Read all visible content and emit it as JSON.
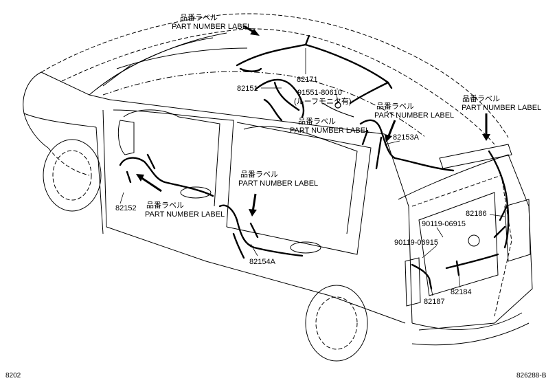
{
  "labels": {
    "part_label_jp": "品番ラベル",
    "part_label_en": "PART NUMBER LABEL"
  },
  "parts": {
    "p82171": "82171",
    "p82151": "82151",
    "p91551": "91551-80610",
    "p91551_note": "(ルーフモニタ有)",
    "p82153A": "82153A",
    "p82152": "82152",
    "p82154A": "82154A",
    "p82186": "82186",
    "p90119a": "90119-06915",
    "p90119b": "90119-06915",
    "p82187": "82187",
    "p82184": "82184"
  },
  "footer": {
    "left": "8202",
    "right": "826288-B"
  }
}
